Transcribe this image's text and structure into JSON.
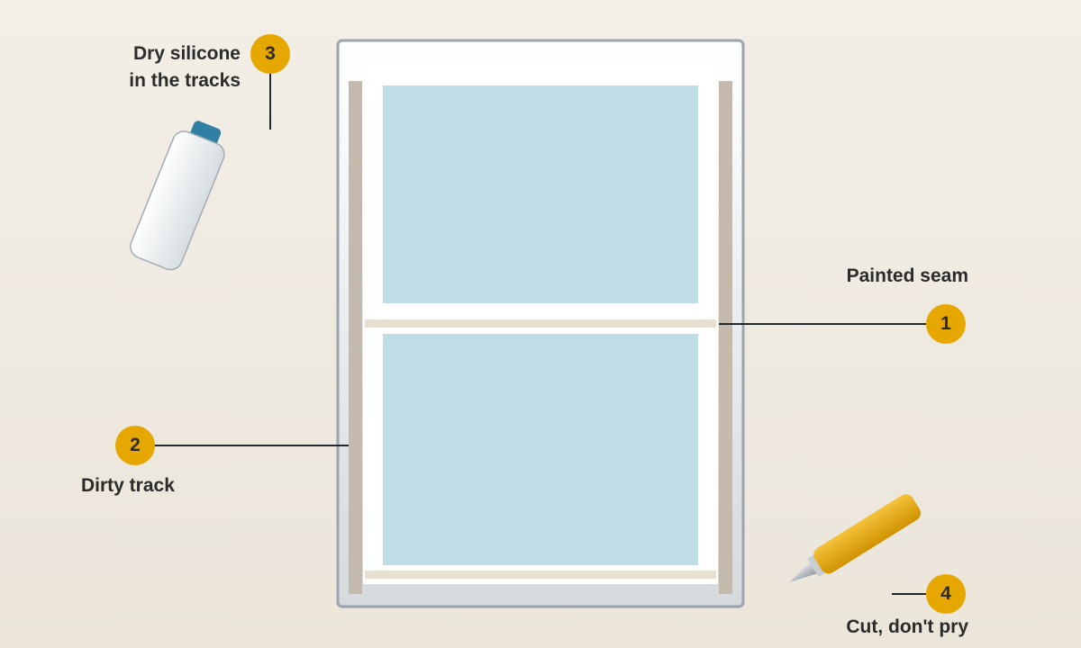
{
  "colors": {
    "background": "#efeae1",
    "frame_outline": "#9aa4ac",
    "sash": "#ffffff",
    "glass": "#bfdde7",
    "track": "#c4b9ad",
    "seam": "#e7dfd0",
    "leader": "#222a30",
    "badge": "#e6a700",
    "bottle_cap": "#2f7fa4",
    "knife_handle": "#e8ae12",
    "knife_blade": "#9aa4ac"
  },
  "callouts": [
    {
      "number": "1",
      "label": "Painted seam"
    },
    {
      "number": "2",
      "label": "Dirty track"
    },
    {
      "number": "3",
      "label_line1": "Dry silicone",
      "label_line2": "in the tracks"
    },
    {
      "number": "4",
      "label": "Cut, don't pry"
    }
  ],
  "icons": {
    "bottle": "silicone-spray-bottle-icon",
    "knife": "utility-knife-icon"
  }
}
